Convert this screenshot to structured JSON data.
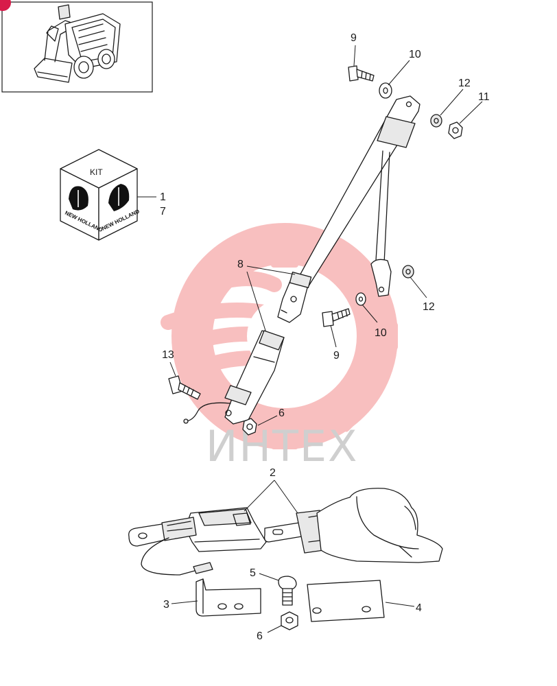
{
  "diagram": {
    "type": "exploded-parts-diagram",
    "kit_label": "KIT",
    "brand_label": "NEW HOLLAND",
    "watermark_text": "ИНТЕХ",
    "colors": {
      "line": "#1a1a1a",
      "watermark": "#f5b3b3",
      "watermark_text": "#cfcfcf",
      "badge": "#d81b4a"
    },
    "callouts": {
      "kit_top": "1",
      "kit_bottom": "7",
      "belt_shoulder": "2",
      "bracket_left": "3",
      "plate_right": "4",
      "bolt_lower": "5",
      "nut_lower": "6",
      "nut_upper": "6",
      "belt_upper": "8",
      "bolt_top": "9",
      "bolt_mid": "9",
      "washer_top": "10",
      "washer_mid": "10",
      "nut_top": "11",
      "lockwasher_top": "12",
      "lockwasher_mid": "12",
      "bolt_left": "13"
    }
  }
}
